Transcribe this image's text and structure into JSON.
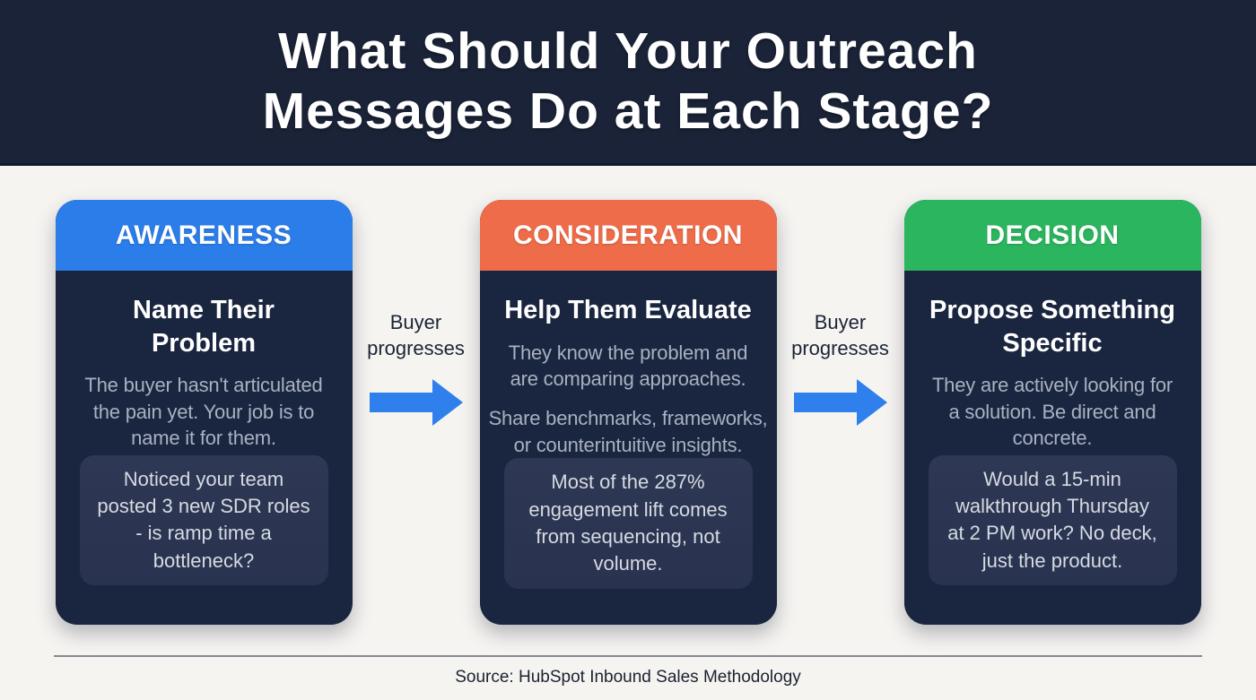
{
  "colors": {
    "page": "#F6F4F1",
    "header_band": "#1B2338",
    "card": "#1A2540",
    "example": "#293350",
    "awareness": "#2B7DE9",
    "consideration": "#EE6C49",
    "decision": "#2BB55E",
    "arrow": "#2F80ED"
  },
  "header": {
    "title": "What Should Your Outreach\nMessages Do at Each Stage?"
  },
  "stages": [
    {
      "name": "AWARENESS",
      "heading": "Name Their\nProblem",
      "paragraphs": [
        "The buyer hasn't articulated\nthe pain yet. Your job is to\nname it for them."
      ],
      "example": "Noticed your team\nposted 3 new SDR roles\n- is ramp time a\nbottleneck?"
    },
    {
      "name": "CONSIDERATION",
      "heading": "Help Them Evaluate",
      "paragraphs": [
        "They know the problem and\nare comparing approaches.",
        "Share benchmarks, frameworks,\nor counterintuitive insights."
      ],
      "example": "Most of the 287%\nengagement lift comes\nfrom sequencing, not\nvolume."
    },
    {
      "name": "DECISION",
      "heading": "Propose Something\nSpecific",
      "paragraphs": [
        "They are actively looking for\na solution. Be direct and\nconcrete."
      ],
      "example": "Would a 15-min\nwalkthrough Thursday\nat 2 PM work? No deck,\njust the product."
    }
  ],
  "connector": {
    "label": "Buyer\nprogresses"
  },
  "footer": {
    "source": "Source: HubSpot Inbound Sales Methodology"
  }
}
